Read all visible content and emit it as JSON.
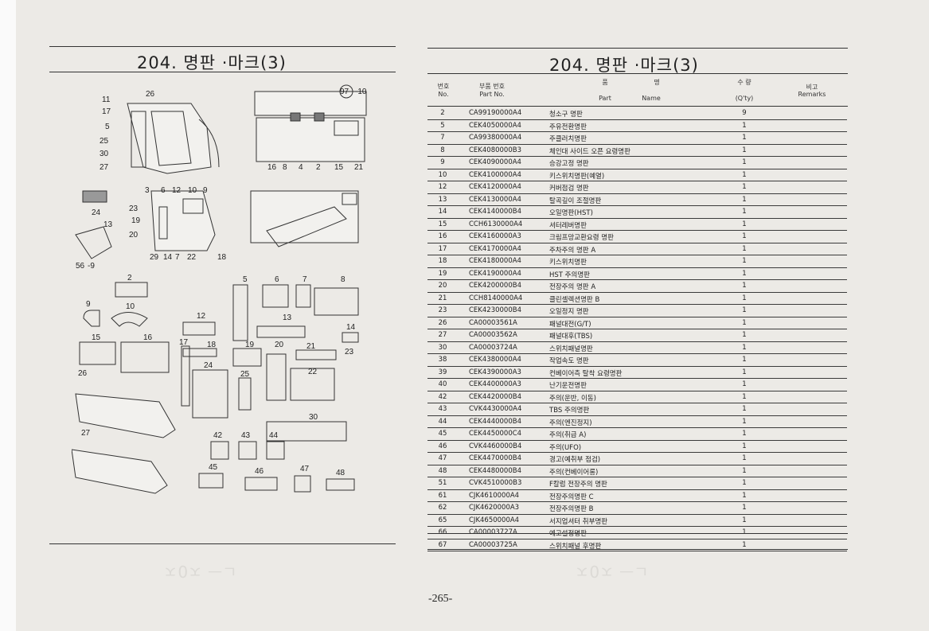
{
  "left_page": {
    "title": "204. 명판 ·마크(3)"
  },
  "right_page": {
    "title": "204. 명판 ·마크(3)",
    "headers": {
      "no_ko": "번호",
      "no_en": "No.",
      "part_ko": "부품 번호",
      "part_en": "Part No.",
      "name_ko_1": "품",
      "name_ko_2": "명",
      "name_en_1": "Part",
      "name_en_2": "Name",
      "qty_ko": "수 량",
      "qty_en": "(Q'ty)",
      "remarks_ko": "비고",
      "remarks_en": "Remarks"
    },
    "rows": [
      {
        "no": "2",
        "part": "CA99190000A4",
        "name": "청소구 명판",
        "qty": "9"
      },
      {
        "no": "5",
        "part": "CEK4050000A4",
        "name": "주유전환명판",
        "qty": "1"
      },
      {
        "no": "7",
        "part": "CA99380000A4",
        "name": "주클러치명판",
        "qty": "1"
      },
      {
        "no": "8",
        "part": "CEK4080000B3",
        "name": "체인대 사이드 오픈 요령명판",
        "qty": "1"
      },
      {
        "no": "9",
        "part": "CEK4090000A4",
        "name": "승강고정 명판",
        "qty": "1"
      },
      {
        "no": "10",
        "part": "CEK4100000A4",
        "name": "키스위치명판(예열)",
        "qty": "1"
      },
      {
        "no": "12",
        "part": "CEK4120000A4",
        "name": "커버점검 명판",
        "qty": "1"
      },
      {
        "no": "13",
        "part": "CEK4130000A4",
        "name": "탈곡깊이 조절명판",
        "qty": "1"
      },
      {
        "no": "14",
        "part": "CEK4140000B4",
        "name": "오일명판(HST)",
        "qty": "1"
      },
      {
        "no": "15",
        "part": "CCH6130000A4",
        "name": "셔터레버명판",
        "qty": "1"
      },
      {
        "no": "16",
        "part": "CEK4160000A3",
        "name": "크림프망교환요령 명판",
        "qty": "1"
      },
      {
        "no": "17",
        "part": "CEK4170000A4",
        "name": "주차주의 명판 A",
        "qty": "1"
      },
      {
        "no": "18",
        "part": "CEK4180000A4",
        "name": "키스위치명판",
        "qty": "1"
      },
      {
        "no": "19",
        "part": "CEK4190000A4",
        "name": "HST 주의명판",
        "qty": "1"
      },
      {
        "no": "20",
        "part": "CEK4200000B4",
        "name": "전장주의 명판 A",
        "qty": "1"
      },
      {
        "no": "21",
        "part": "CCH8140000A4",
        "name": "클린셀렉션명판 B",
        "qty": "1"
      },
      {
        "no": "23",
        "part": "CEK4230000B4",
        "name": "오일정지 명판",
        "qty": "1"
      },
      {
        "no": "26",
        "part": "CA00003561A",
        "name": "패널대전(G/T)",
        "qty": "1"
      },
      {
        "no": "27",
        "part": "CA00003562A",
        "name": "패널대후(TBS)",
        "qty": "1"
      },
      {
        "no": "30",
        "part": "CA00003724A",
        "name": "스위치패널명판",
        "qty": "1"
      },
      {
        "no": "38",
        "part": "CEK4380000A4",
        "name": "작업속도 명판",
        "qty": "1"
      },
      {
        "no": "39",
        "part": "CEK4390000A3",
        "name": "컨베이어측 탈착 요령명판",
        "qty": "1"
      },
      {
        "no": "40",
        "part": "CEK4400000A3",
        "name": "난기운전명판",
        "qty": "1"
      },
      {
        "no": "42",
        "part": "CEK4420000B4",
        "name": "주의(운반, 이동)",
        "qty": "1"
      },
      {
        "no": "43",
        "part": "CVK4430000A4",
        "name": "TBS 주의명판",
        "qty": "1"
      },
      {
        "no": "44",
        "part": "CEK4440000B4",
        "name": "주의(엔진정지)",
        "qty": "1"
      },
      {
        "no": "45",
        "part": "CEK4450000C4",
        "name": "주의(취급 A)",
        "qty": "1"
      },
      {
        "no": "46",
        "part": "CVK4460000B4",
        "name": "주의(UFO)",
        "qty": "1"
      },
      {
        "no": "47",
        "part": "CEK4470000B4",
        "name": "경고(예취부 점검)",
        "qty": "1"
      },
      {
        "no": "48",
        "part": "CEK4480000B4",
        "name": "주의(컨베이어롱)",
        "qty": "1"
      },
      {
        "no": "51",
        "part": "CVK4510000B3",
        "name": "F칼럼 전장주의 명판",
        "qty": "1"
      },
      {
        "no": "61",
        "part": "CJK4610000A4",
        "name": "전장주의명판 C",
        "qty": "1"
      },
      {
        "no": "62",
        "part": "CJK4620000A3",
        "name": "전장주의명판 B",
        "qty": "1"
      },
      {
        "no": "65",
        "part": "CJK4650000A4",
        "name": "서지업셔터 취부명판",
        "qty": "1"
      },
      {
        "no": "66",
        "part": "CA00003727A",
        "name": "예고설정명판",
        "qty": "1"
      },
      {
        "no": "67",
        "part": "CA00003725A",
        "name": "스위치패널 후명판",
        "qty": "1"
      }
    ]
  },
  "diagram": {
    "callouts_machine": [
      "11",
      "17",
      "5",
      "25",
      "30",
      "27",
      "26",
      "16",
      "8",
      "4",
      "2",
      "15",
      "21",
      "23",
      "19",
      "20",
      "29",
      "14",
      "7",
      "22",
      "18",
      "24",
      "13",
      "3",
      "6",
      "12",
      "10",
      "9"
    ],
    "callouts_parts": [
      "2",
      "9",
      "10",
      "12",
      "13",
      "14",
      "15",
      "16",
      "17",
      "18",
      "19",
      "20",
      "21",
      "22",
      "23",
      "24",
      "25",
      "26",
      "27",
      "30",
      "42",
      "43",
      "44",
      "45",
      "46",
      "47",
      "48",
      "5",
      "6",
      "7",
      "8"
    ],
    "callout_97": "97",
    "callout_97_suffix": "-10",
    "callout_56": "56",
    "callout_56_suffix": "-9"
  },
  "footer": {
    "page_number": "-265-"
  }
}
